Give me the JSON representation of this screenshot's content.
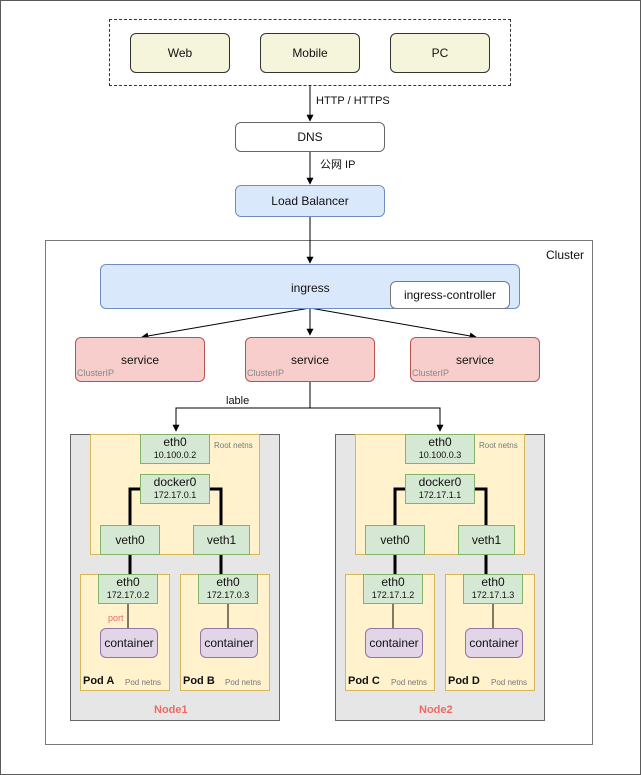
{
  "clients": {
    "web": "Web",
    "mobile": "Mobile",
    "pc": "PC"
  },
  "edges": {
    "http": "HTTP / HTTPS",
    "public_ip": "公网 IP",
    "label": "lable"
  },
  "dns": "DNS",
  "load_balancer": "Load Balancer",
  "cluster": {
    "label": "Cluster",
    "ingress": "ingress",
    "ingress_controller": "ingress-controller",
    "services": [
      {
        "name": "service",
        "type": "ClusterIP"
      },
      {
        "name": "service",
        "type": "ClusterIP"
      },
      {
        "name": "service",
        "type": "ClusterIP"
      }
    ]
  },
  "nodes": [
    {
      "label": "Node1",
      "root_netns": "Root netns",
      "eth0": {
        "name": "eth0",
        "ip": "10.100.0.2"
      },
      "docker0": {
        "name": "docker0",
        "ip": "172.17.0.1"
      },
      "veths": [
        "veth0",
        "veth1"
      ],
      "port_label": "port",
      "pods": [
        {
          "name": "Pod A",
          "netns": "Pod netns",
          "eth0": "eth0",
          "ip": "172.17.0.2",
          "container": "container"
        },
        {
          "name": "Pod B",
          "netns": "Pod netns",
          "eth0": "eth0",
          "ip": "172.17.0.3",
          "container": "container"
        }
      ]
    },
    {
      "label": "Node2",
      "root_netns": "Root netns",
      "eth0": {
        "name": "eth0",
        "ip": "10.100.0.3"
      },
      "docker0": {
        "name": "docker0",
        "ip": "172.17.1.1"
      },
      "veths": [
        "veth0",
        "veth1"
      ],
      "pods": [
        {
          "name": "Pod C",
          "netns": "Pod netns",
          "eth0": "eth0",
          "ip": "172.17.1.2",
          "container": "container"
        },
        {
          "name": "Pod D",
          "netns": "Pod netns",
          "eth0": "eth0",
          "ip": "172.17.1.3",
          "container": "container"
        }
      ]
    }
  ],
  "colors": {
    "client_fill": "#f5f5dc",
    "blue_fill": "#dae8fc",
    "service_fill": "#f8cecc",
    "node_fill": "#e6e6e6",
    "netns_fill": "#fff2cc",
    "iface_fill": "#d5e8d4",
    "container_fill": "#e1d5e7",
    "node_label": "#ea6b66",
    "port_label": "#ea6b66"
  }
}
